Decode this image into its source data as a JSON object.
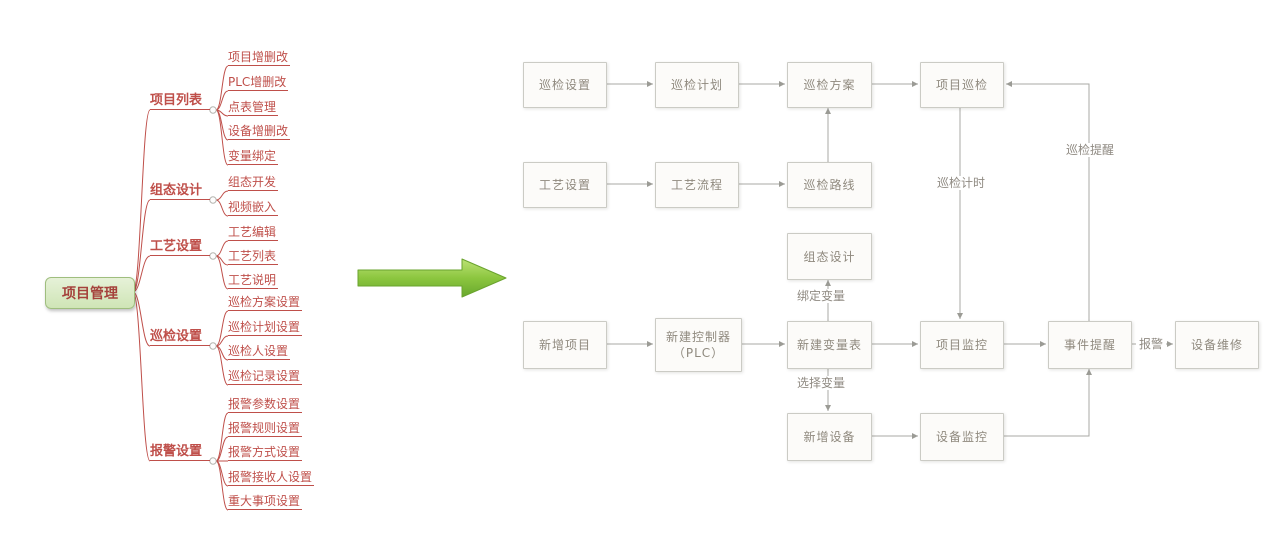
{
  "mindmap": {
    "root": "项目管理",
    "branches": [
      {
        "label": "项目列表",
        "children": [
          "项目增删改",
          "PLC增删改",
          "点表管理",
          "设备增删改",
          "变量绑定"
        ]
      },
      {
        "label": "组态设计",
        "children": [
          "组态开发",
          "视频嵌入"
        ]
      },
      {
        "label": "工艺设置",
        "children": [
          "工艺编辑",
          "工艺列表",
          "工艺说明"
        ]
      },
      {
        "label": "巡检设置",
        "children": [
          "巡检方案设置",
          "巡检计划设置",
          "巡检人设置",
          "巡检记录设置"
        ]
      },
      {
        "label": "报警设置",
        "children": [
          "报警参数设置",
          "报警规则设置",
          "报警方式设置",
          "报警接收人设置",
          "重大事项设置"
        ]
      }
    ]
  },
  "flowchart": {
    "nodes": [
      "巡检设置",
      "巡检计划",
      "巡检方案",
      "项目巡检",
      "工艺设置",
      "工艺流程",
      "巡检路线",
      "组态设计",
      "新增项目",
      "新建控制器\n（PLC）",
      "新建变量表",
      "项目监控",
      "事件提醒",
      "设备维修",
      "新增设备",
      "设备监控"
    ],
    "edge_labels": [
      "巡检计时",
      "巡检提醒",
      "绑定变量",
      "选择变量",
      "报警"
    ]
  },
  "icons": {
    "transform_arrow": "right-arrow",
    "collapse_toggle": "circle"
  },
  "colors": {
    "mindmap_accent": "#bf4f4a",
    "root_fill": "#d9e8c5",
    "flow_box_fill": "#fcfbf9",
    "flow_box_border": "#cbcbc5",
    "flow_text": "#8f897e",
    "connector": "#a9a9a4",
    "arrow_green": "#8cc63f"
  }
}
